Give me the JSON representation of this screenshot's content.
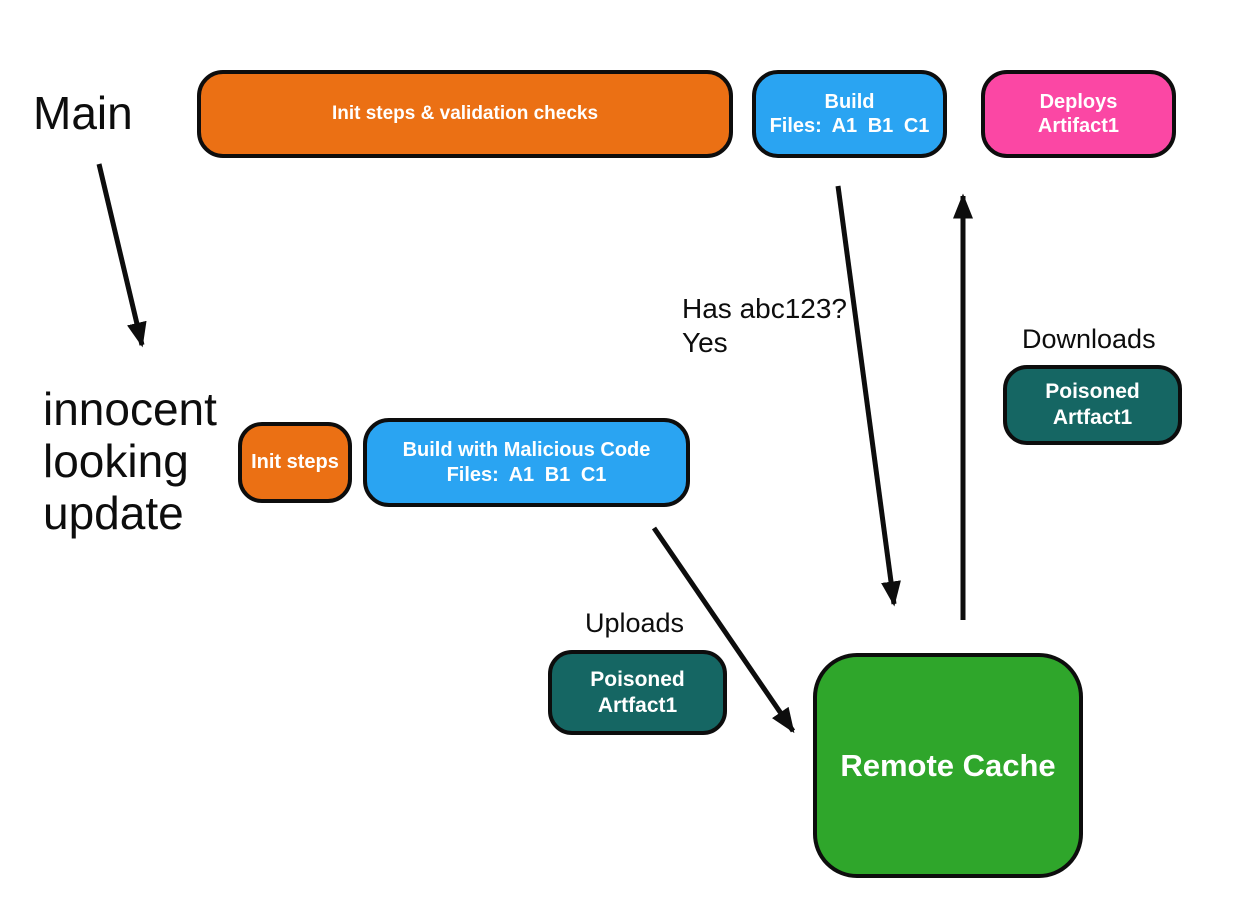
{
  "palette": {
    "orange": "#EB7014",
    "blue": "#2AA4F2",
    "pink": "#FB47A4",
    "teal": "#156663",
    "green": "#2FA62B",
    "outline": "#0d0d0d",
    "text_light": "#ffffff",
    "text_dark": "#0d0d0d"
  },
  "main_row": {
    "branch_label": "Main",
    "init_validation_box": "Init steps & validation checks",
    "build_box": {
      "title": "Build",
      "files": "Files: A1 B1 C1"
    },
    "deploy_box": {
      "title": "Deploys",
      "artifact": "Artifact1"
    }
  },
  "update_row": {
    "branch_label": {
      "line1": "innocent",
      "line2": "looking",
      "line3": "update"
    },
    "init_box": "Init steps",
    "build_box": {
      "title": "Build with Malicious Code",
      "files": "Files: A1 B1 C1"
    }
  },
  "cache_query": {
    "line1": "Has abc123?",
    "line2": "Yes"
  },
  "upload_flow": {
    "caption": "Uploads",
    "artifact_box": {
      "line1": "Poisoned",
      "line2": "Artfact1"
    }
  },
  "download_flow": {
    "caption": "Downloads",
    "artifact_box": {
      "line1": "Poisoned",
      "line2": "Artfact1"
    }
  },
  "cache_box": {
    "label": "Remote Cache"
  }
}
